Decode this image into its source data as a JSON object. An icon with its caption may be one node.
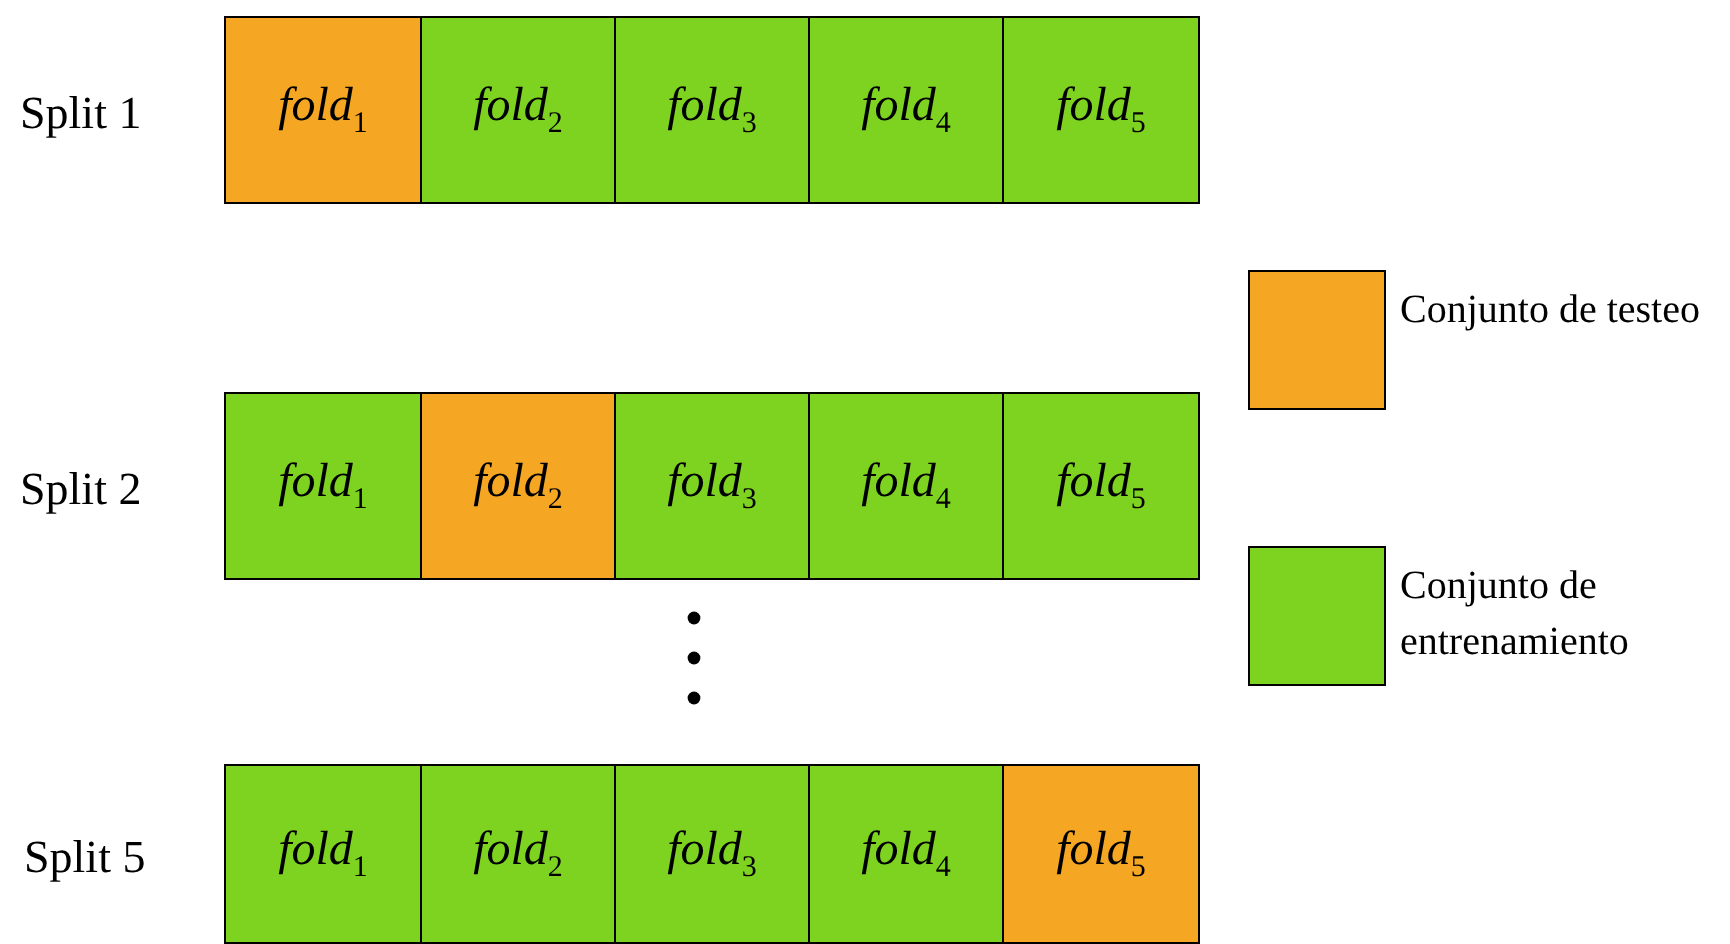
{
  "diagram": {
    "nodes": [
      {
        "text": [
          "*fold*$_{1}$"
        ]
      },
      {
        "text": [
          "*fold*$_{2}$"
        ]
      },
      {
        "text": [
          "*fold*$_{3}$"
        ]
      },
      {
        "text": [
          "*fold*$_{4}$"
        ]
      },
      {
        "text": [
          "*fold*$_{5}$"
        ]
      },
      {
        "text": [
          "*fold*$_{1}$"
        ]
      },
      {
        "text": [
          "*fold*$_{2}$"
        ]
      },
      {
        "text": [
          "*fold*$_{3}$"
        ]
      },
      {
        "text": [
          "*fold*$_{4}$"
        ]
      },
      {
        "text": [
          "*fold*$_{5}$"
        ]
      },
      {
        "text": [
          "*fold*$_{1}$"
        ]
      },
      {
        "text": [
          "*fold*$_{2}$"
        ]
      },
      {
        "text": [
          "*fold*$_{3}$"
        ]
      },
      {
        "text": [
          "*fold*$_{4}$"
        ]
      },
      {
        "text": [
          "*fold*$_{5}$"
        ]
      }
    ],
    "labels": [
      "Split 1",
      "Split 2",
      "Split 5"
    ],
    "legend": [
      {
        "text": "Conjunto de testeo",
        "color": "#f5a623"
      },
      {
        "text": "Conjunto de entrenamiento",
        "color": "#7ed321"
      }
    ]
  }
}
